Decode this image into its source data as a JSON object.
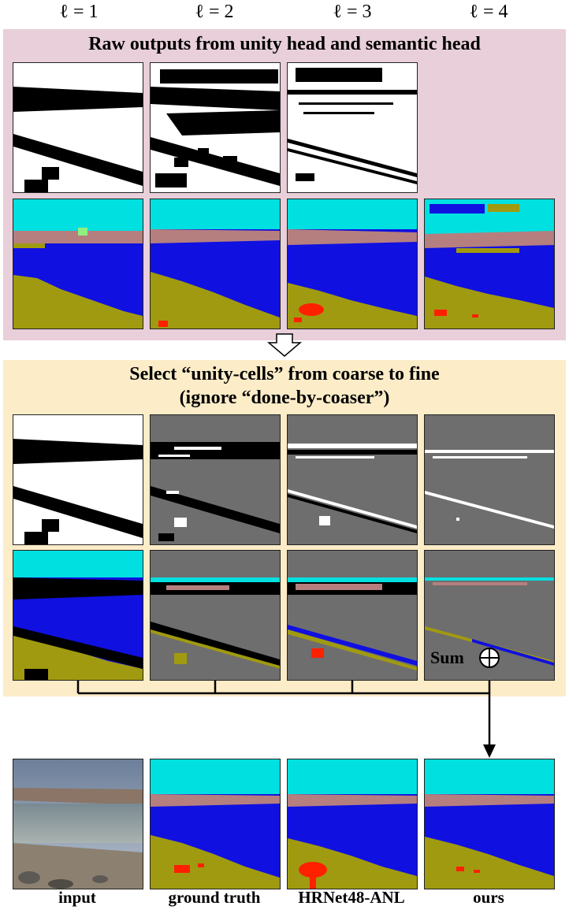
{
  "levels": [
    "ℓ = 1",
    "ℓ = 2",
    "ℓ = 3",
    "ℓ = 4"
  ],
  "panel_top": {
    "title": "Raw outputs from unity head and semantic head"
  },
  "panel_mid": {
    "title_line1": "Select “unity-cells” from coarse to fine",
    "title_line2": "(ignore “done-by-coaser”)"
  },
  "sum": {
    "label": "Sum",
    "symbol": "⊕"
  },
  "captions": [
    "input",
    "ground truth",
    "HRNet48-ANL",
    "ours"
  ],
  "colors": {
    "top_panel_bg": "#e8cfd9",
    "mid_panel_bg": "#fcecc8",
    "sky": "#00e0e0",
    "mountain": "#b57f7f",
    "water": "#1010e0",
    "sand": "#a09a10",
    "person": "#ff2000",
    "ignored": "#6e6e6e",
    "unity_on": "#000000",
    "unity_off": "#ffffff"
  }
}
